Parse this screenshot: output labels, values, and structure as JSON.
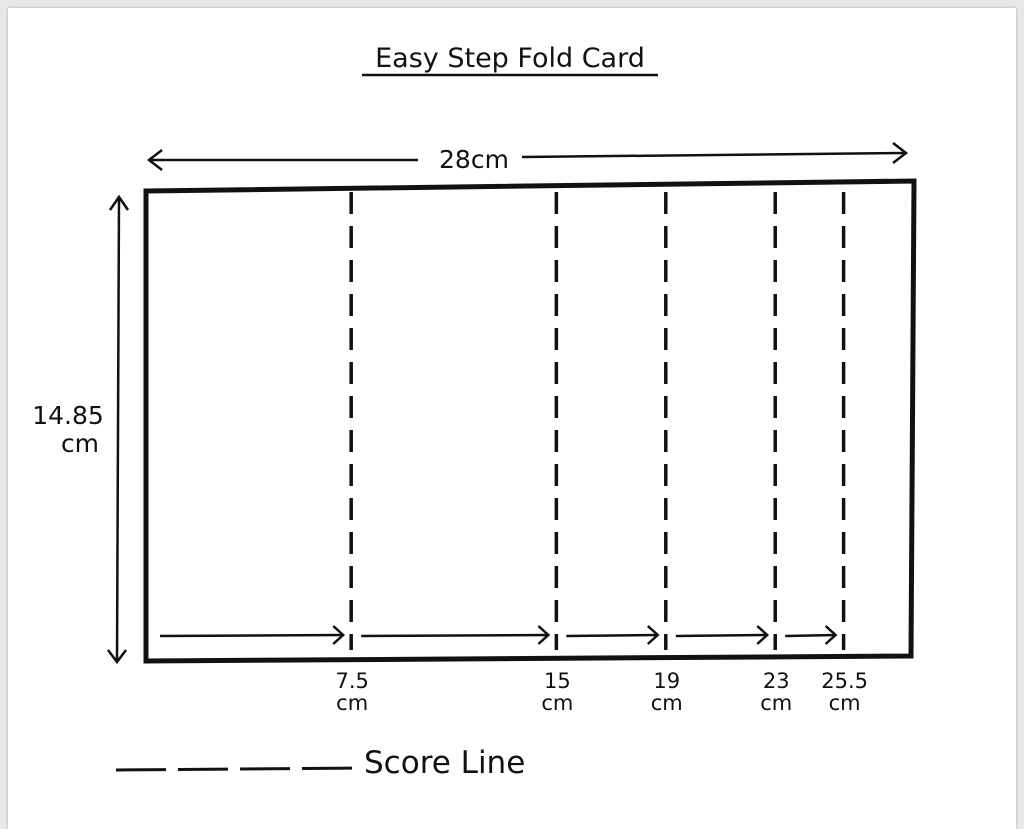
{
  "title": "Easy Step Fold Card",
  "card": {
    "width_label": "28cm",
    "height_label_line1": "14.85",
    "height_label_line2": "cm",
    "width_cm": 28,
    "height_cm": 14.85
  },
  "score_lines": [
    {
      "position_cm": 7.5,
      "label_line1": "7.5",
      "label_line2": "cm"
    },
    {
      "position_cm": 15,
      "label_line1": "15",
      "label_line2": "cm"
    },
    {
      "position_cm": 19,
      "label_line1": "19",
      "label_line2": "cm"
    },
    {
      "position_cm": 23,
      "label_line1": "23",
      "label_line2": "cm"
    },
    {
      "position_cm": 25.5,
      "label_line1": "25.5",
      "label_line2": "cm"
    }
  ],
  "legend": {
    "label": "Score Line"
  },
  "colors": {
    "ink": "#111111",
    "paper": "#ffffff",
    "background": "#e9e9e9"
  }
}
